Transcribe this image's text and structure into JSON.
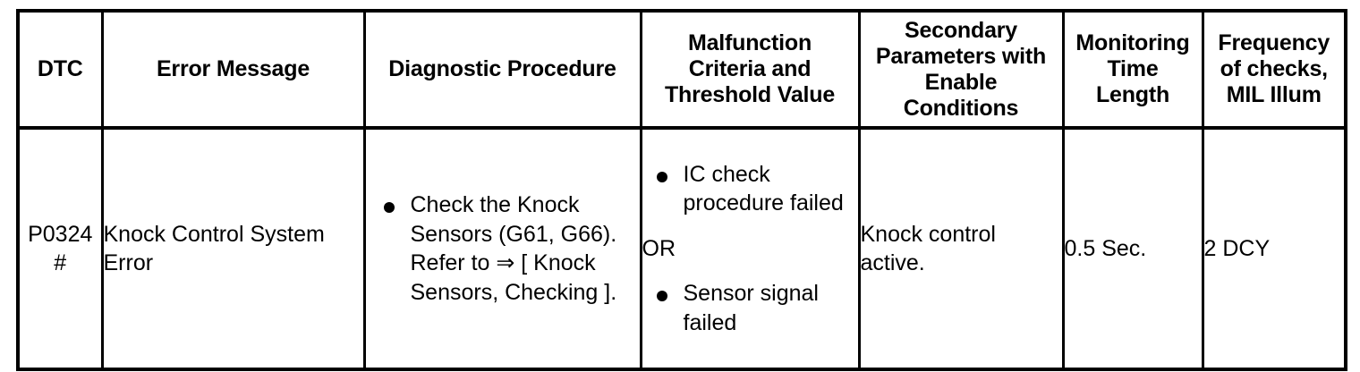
{
  "table": {
    "columns": [
      {
        "key": "dtc",
        "header": "DTC"
      },
      {
        "key": "error",
        "header": "Error Message"
      },
      {
        "key": "procedure",
        "header": "Diagnostic Procedure"
      },
      {
        "key": "criteria",
        "header_lines": [
          "Malfunction",
          "Criteria and",
          "Threshold Value"
        ]
      },
      {
        "key": "secondary",
        "header_lines": [
          "Secondary",
          "Parameters with",
          "Enable",
          "Conditions"
        ]
      },
      {
        "key": "monitoring",
        "header_lines": [
          "Monitoring",
          "Time",
          "Length"
        ]
      },
      {
        "key": "frequency",
        "header_lines": [
          "Frequency",
          "of checks,",
          "MIL Illum"
        ]
      }
    ],
    "rows": [
      {
        "dtc_code": "P0324",
        "dtc_suffix": "#",
        "error_message": "Knock Control System Error",
        "procedure_bullets": [
          "Check the Knock Sensors (G61, G66). Refer to ⇒ [ Knock Sensors, Checking ]."
        ],
        "criteria_bullet_1": "IC check procedure failed",
        "criteria_operator": "OR",
        "criteria_bullet_2": "Sensor signal failed",
        "secondary_parameters": "Knock control active.",
        "monitoring_time_length": "0.5 Sec.",
        "frequency_of_checks": "2 DCY"
      }
    ]
  },
  "style": {
    "border_color": "#000000",
    "background_color": "#ffffff",
    "text_color": "#000000"
  }
}
